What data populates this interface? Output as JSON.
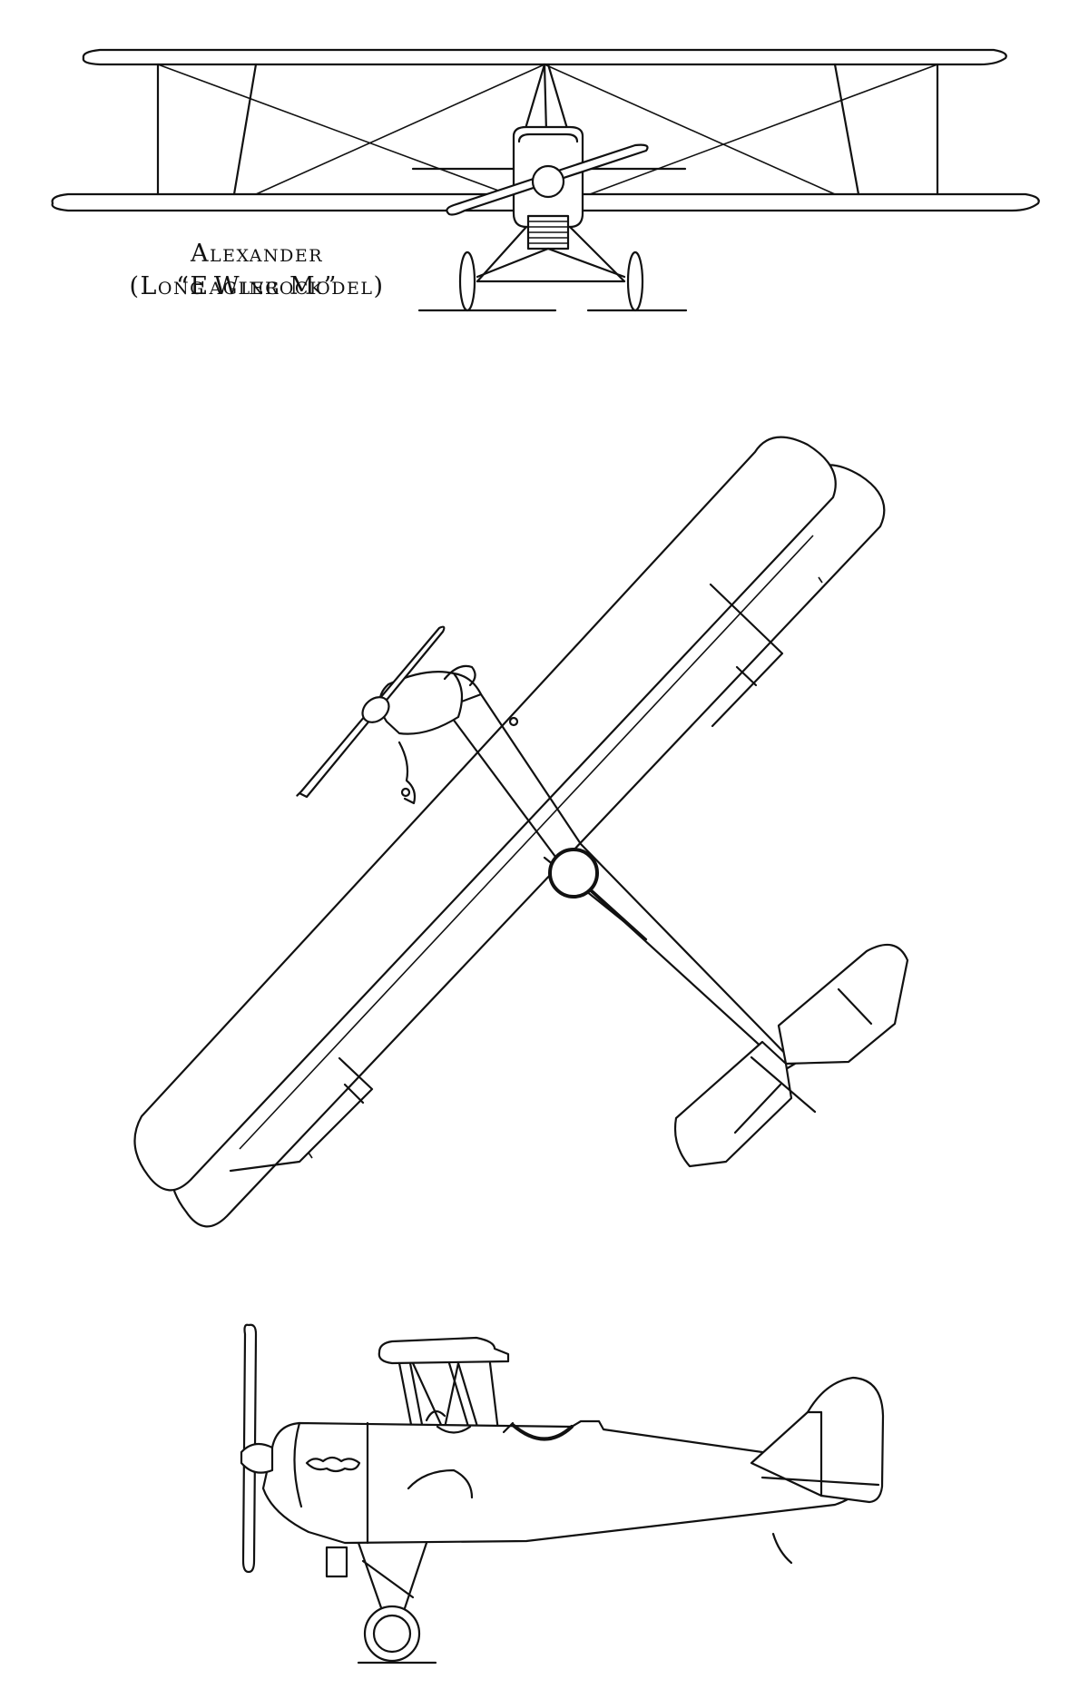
{
  "caption": {
    "line1": "Alexander “Eaglerock”",
    "line2": "(Long Wing Model)"
  },
  "views": [
    "front-view",
    "plan-view",
    "side-view"
  ]
}
